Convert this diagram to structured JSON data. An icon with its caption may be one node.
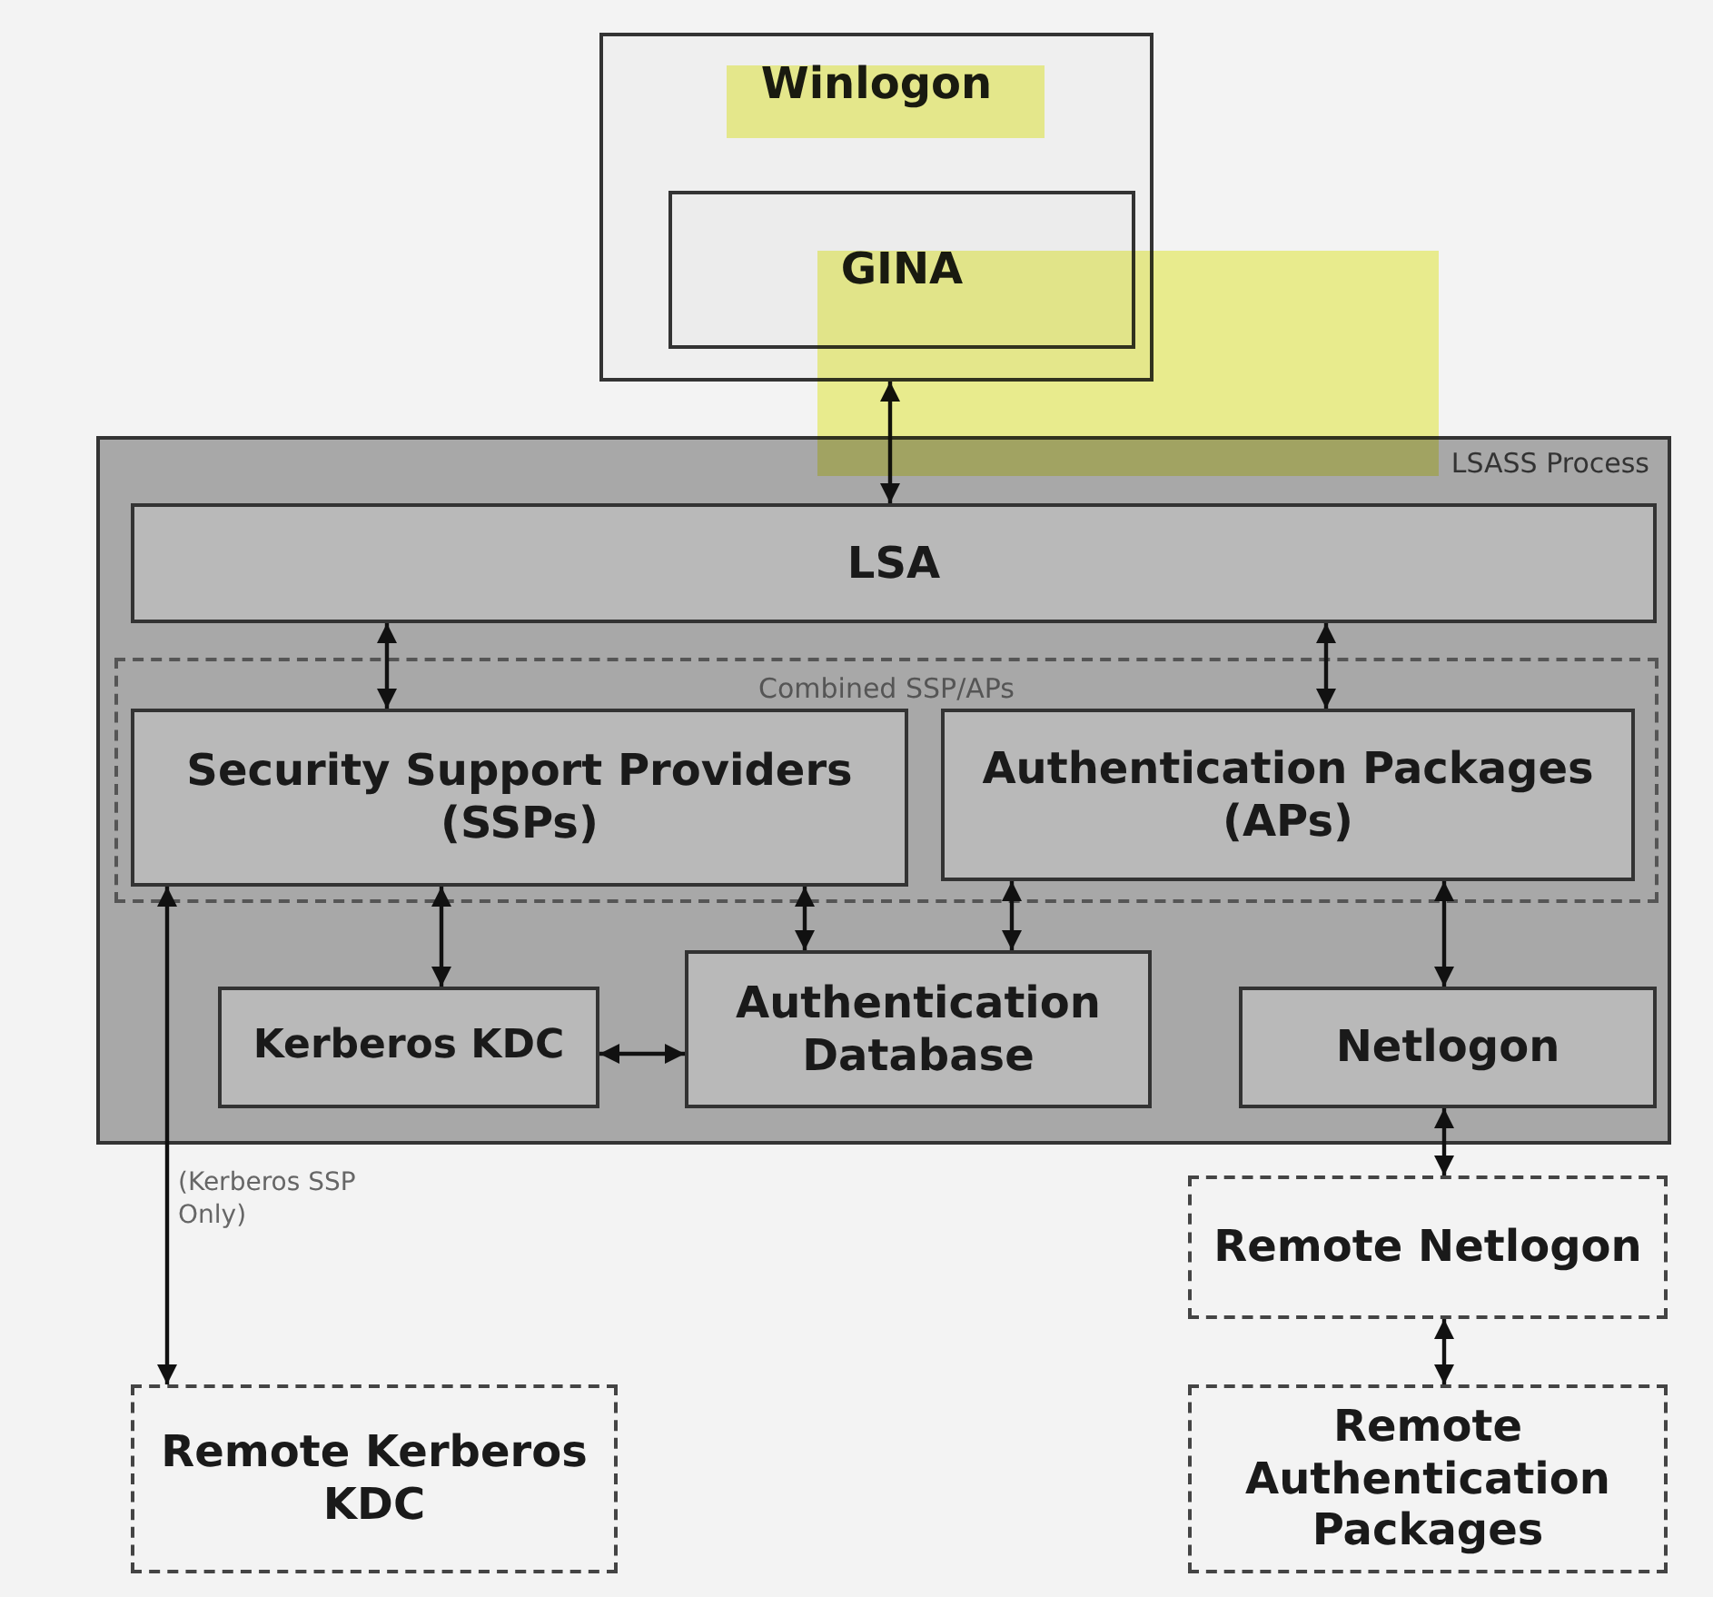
{
  "diagram": {
    "nodes": [
      {
        "text": [
          "Winlogon"
        ]
      },
      {
        "text": [
          "GINA"
        ],
        "in": 0
      },
      {
        "text": [
          "LSASS Process"
        ]
      },
      {
        "text": [
          "LSA"
        ],
        "in": 2
      },
      {
        "text": [
          "Combined SSP/APs"
        ],
        "in": 2
      },
      {
        "text": [
          "Security Support Providers (SSPs)"
        ],
        "in": 4
      },
      {
        "text": [
          "Authentication Packages (APs)"
        ],
        "in": 4
      },
      {
        "text": [
          "Kerberos KDC"
        ],
        "in": 2
      },
      {
        "text": [
          "Authentication Database"
        ],
        "in": 2
      },
      {
        "text": [
          "Netlogon"
        ],
        "in": 2
      },
      {
        "text": [
          "Remote Netlogon"
        ]
      },
      {
        "text": [
          "Remote Kerberos KDC"
        ]
      },
      {
        "text": [
          "Remote Authentication Packages"
        ]
      }
    ],
    "edges": [
      {
        "from": 0,
        "to": 3,
        "arrow": "both"
      },
      {
        "from": 3,
        "to": 5,
        "arrow": "both"
      },
      {
        "from": 3,
        "to": 6,
        "arrow": "both"
      },
      {
        "from": 5,
        "to": 7,
        "arrow": "both"
      },
      {
        "from": 5,
        "to": 8,
        "arrow": "both"
      },
      {
        "from": 6,
        "to": 8,
        "arrow": "both"
      },
      {
        "from": 7,
        "to": 8,
        "arrow": "both"
      },
      {
        "from": 6,
        "to": 9,
        "arrow": "both"
      },
      {
        "from": 9,
        "to": 10,
        "arrow": "both"
      },
      {
        "from": 10,
        "to": 12,
        "arrow": "both"
      },
      {
        "from": 5,
        "to": 11,
        "arrow": "both",
        "label": "(Kerberos SSP Only)"
      }
    ]
  }
}
